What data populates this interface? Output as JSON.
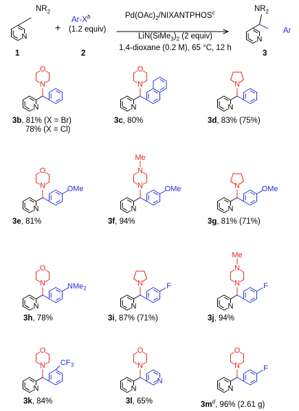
{
  "scheme": {
    "reagent1_label": "NR",
    "reagent1_subscript": "2",
    "reagent1_number": "1",
    "plus": "+",
    "reagent2_formula": "Ar-X",
    "reagent2_formula_superscript": "b",
    "reagent2_equiv": "(1.2 equiv)",
    "reagent2_number": "2",
    "catalyst": "Pd(OAc)",
    "catalyst_sub": "2",
    "ligand": "/NIXANTPHOS",
    "ligand_superscript": "c",
    "base": "LiN(SiMe",
    "base_sub": "3",
    "base_tail": ")",
    "base_sub2": "2",
    "base_equiv": " (2 equiv)",
    "conditions": "1,4-dioxane (0.2 M), 65 °C, 12 h",
    "product_label": "NR",
    "product_subscript": "2",
    "product_ar": "Ar",
    "product_number": "3"
  },
  "colors": {
    "amine": "#e8231d",
    "aryl": "#1f2fd4",
    "text": "#000000"
  },
  "products": [
    {
      "code": "3b",
      "yield": ", 81% (X = Br)",
      "yield2": "78% (X = Cl)",
      "amine": "morpholine",
      "aryl": "phenyl"
    },
    {
      "code": "3c",
      "yield": ", 80%",
      "amine": "morpholine",
      "aryl": "1-naphthyl"
    },
    {
      "code": "3d",
      "yield": ", 83% (75%)",
      "amine": "pyrrolidine",
      "aryl": "phenyl"
    },
    {
      "code": "3e",
      "yield": ", 81%",
      "amine": "morpholine",
      "aryl": "4-methoxyphenyl",
      "substituent": "OMe"
    },
    {
      "code": "3f",
      "yield": ", 94%",
      "amine": "N-methylpiperazine",
      "aryl": "4-methoxyphenyl",
      "substituent": "OMe",
      "n_substituent": "Me"
    },
    {
      "code": "3g",
      "yield": ", 81% (71%)",
      "amine": "pyrrolidine",
      "aryl": "4-methoxyphenyl",
      "substituent": "OMe"
    },
    {
      "code": "3h",
      "yield": ", 78%",
      "amine": "morpholine",
      "aryl": "4-dimethylaminophenyl",
      "substituent": "NMe",
      "substituent_sub": "2"
    },
    {
      "code": "3i",
      "yield": ", 87% (71%)",
      "amine": "pyrrolidine",
      "aryl": "4-fluorophenyl",
      "substituent": "F"
    },
    {
      "code": "3j",
      "yield": ", 94%",
      "amine": "N-methylpiperazine",
      "aryl": "4-fluorophenyl",
      "substituent": "F",
      "n_substituent": "Me"
    },
    {
      "code": "3k",
      "yield": ", 84%",
      "amine": "morpholine",
      "aryl": "3-trifluoromethylphenyl",
      "substituent": "CF",
      "substituent_sub": "3"
    },
    {
      "code": "3l",
      "yield": ", 65%",
      "amine": "morpholine",
      "aryl": "3-pyridyl",
      "ring_n": "N"
    },
    {
      "code": "3m",
      "code_superscript": "d",
      "yield": ", 96% (2.61 g)",
      "amine": "morpholine",
      "aryl": "4-fluorophenyl",
      "substituent": "F"
    }
  ],
  "atoms": {
    "N": "N",
    "O": "O",
    "Me": "Me"
  }
}
